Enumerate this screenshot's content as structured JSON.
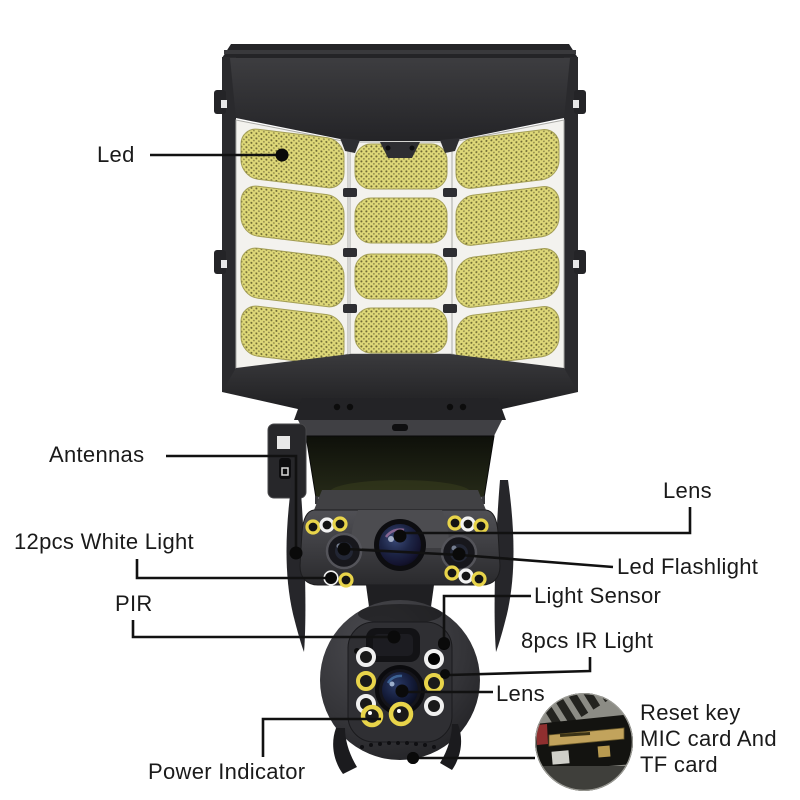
{
  "diagram": {
    "type": "annotated-product-diagram",
    "product": "solar street light with dual PTZ security camera",
    "labels": {
      "led": "Led",
      "antennas": "Antennas",
      "lens_top": "Lens",
      "white_light": "12pcs White Light",
      "led_flashlight": "Led Flashlight",
      "pir": "PIR",
      "light_sensor": "Light Sensor",
      "ir_light": "8pcs IR Light",
      "lens_bottom": "Lens",
      "power_indicator": "Power Indicator",
      "reset_line1": "Reset key",
      "reset_line2": "MIC card And",
      "reset_line3": "TF card"
    },
    "colors": {
      "background": "#ffffff",
      "text": "#1a1a1a",
      "leader_line": "#111111",
      "housing_dark": "#2b2b2e",
      "led_panel_yellow": "#ded878",
      "led_ring_yellow": "#e8d44a",
      "led_ring_white": "#f2f2f2",
      "lens_glass_navy": "#1d2546",
      "card_slot_gold": "#c2a35c",
      "pcb_red": "#8f2f2f"
    }
  }
}
